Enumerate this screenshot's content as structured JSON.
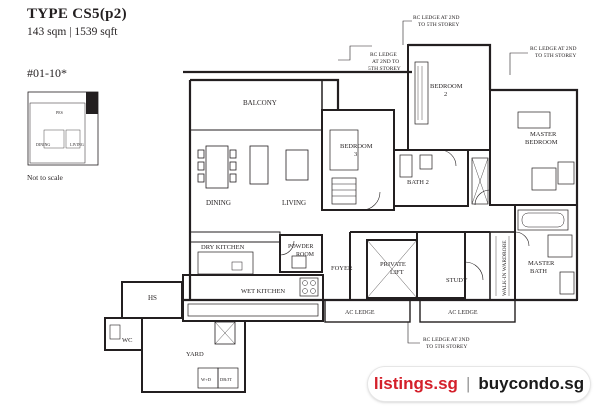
{
  "header": {
    "type": "TYPE CS5(p2)",
    "size": "143 sqm | 1539 sqft",
    "unit": "#01-10*",
    "note": "Not to scale"
  },
  "keyplan": {
    "labels": [
      "PES",
      "LIVING",
      "DINING"
    ]
  },
  "rooms": {
    "balcony": "BALCONY",
    "dining": "DINING",
    "living": "LIVING",
    "bedroom2": [
      "BEDROOM",
      "2"
    ],
    "bedroom3": [
      "BEDROOM",
      "3"
    ],
    "master_bedroom": [
      "MASTER",
      "BEDROOM"
    ],
    "bath2": "BATH 2",
    "master_bath": [
      "MASTER",
      "BATH"
    ],
    "walk_in": "WALK-IN WARDROBE",
    "dry_kitchen": "DRY KITCHEN",
    "powder": [
      "POWDER",
      "ROOM"
    ],
    "foyer": "FOYER",
    "private_lift": [
      "PRIVATE",
      "LIFT"
    ],
    "study": "STUDY",
    "wet_kitchen": "WET KITCHEN",
    "hs": "HS",
    "wc": "WC",
    "yard": "YARD",
    "ac_ledge_left": "AC LEDGE",
    "ac_ledge_right": "AC LEDGE",
    "wd": "W+D",
    "dbjt": "DB/JT"
  },
  "callouts": {
    "rc_top": [
      "RC LEDGE AT 2ND",
      "TO 5TH STOREY"
    ],
    "rc_left": [
      "RC LEDGE",
      "AT 2ND TO",
      "5TH STOREY"
    ],
    "rc_right": [
      "RC LEDGE AT 2ND",
      "TO 5TH STOREY"
    ],
    "rc_bottom": [
      "RC LEDGE AT 2ND",
      "TO 5TH STOREY"
    ]
  },
  "watermark": {
    "left": "listings.sg",
    "sep": "|",
    "right": "buycondo.sg"
  },
  "colors": {
    "ink": "#231f20",
    "brand_red": "#d4202b"
  }
}
